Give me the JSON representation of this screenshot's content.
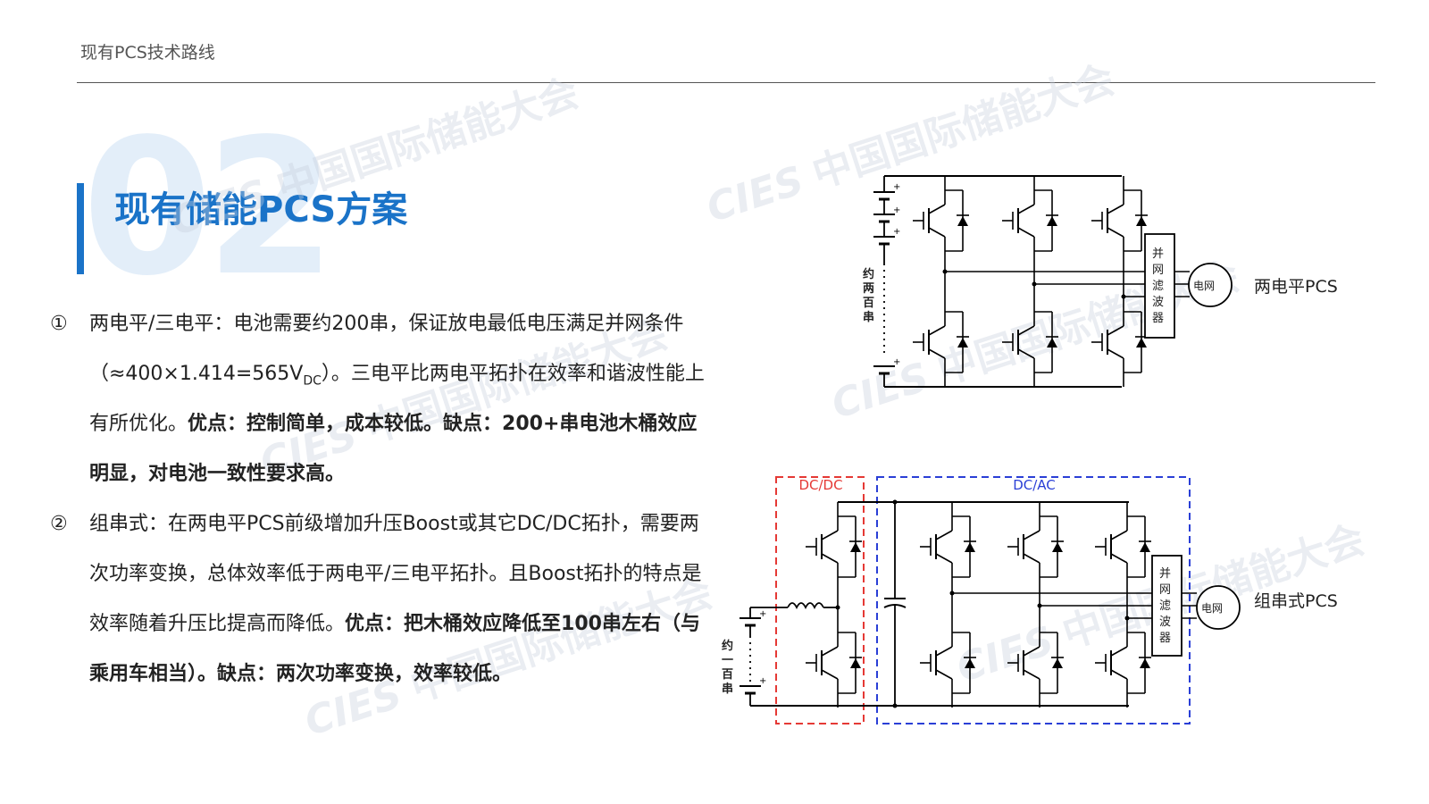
{
  "header": {
    "title": "现有PCS技术路线"
  },
  "section": {
    "number": "02",
    "title": "现有储能PCS方案"
  },
  "watermark": {
    "logo": "CIES",
    "text": "中国国际储能大会"
  },
  "paragraphs": [
    {
      "marker": "①",
      "normal_1": "两电平/三电平：电池需要约200串，保证放电最低电压满足并网条件（≈400×1.414=565V",
      "sub": "DC",
      "normal_2": "）。三电平比两电平拓扑在效率和谐波性能上有所优化。",
      "bold": "优点：控制简单，成本较低。缺点：200+串电池木桶效应明显，对电池一致性要求高。"
    },
    {
      "marker": "②",
      "normal_1": "组串式：在两电平PCS前级增加升压Boost或其它DC/DC拓扑，需要两次功率变换，总体效率低于两电平/三电平拓扑。且Boost拓扑的特点是效率随着升压比提高而降低。",
      "bold": "优点：把木桶效应降低至100串左右（与乘用车相当）。缺点：两次功率变换，效率较低。"
    }
  ],
  "diagram1": {
    "battery_label": "约两百串",
    "filter_label": "并网滤波器",
    "grid_label": "电网",
    "caption": "两电平PCS"
  },
  "diagram2": {
    "dcdc_label": "DC/DC",
    "dcac_label": "DC/AC",
    "battery_label": "约一百串",
    "filter_label": "并网滤波器",
    "grid_label": "电网",
    "caption": "组串式PCS"
  },
  "colors": {
    "accent": "#1a73c8",
    "dcdc_box": "#e53935",
    "dcac_box": "#2a3fd6"
  }
}
